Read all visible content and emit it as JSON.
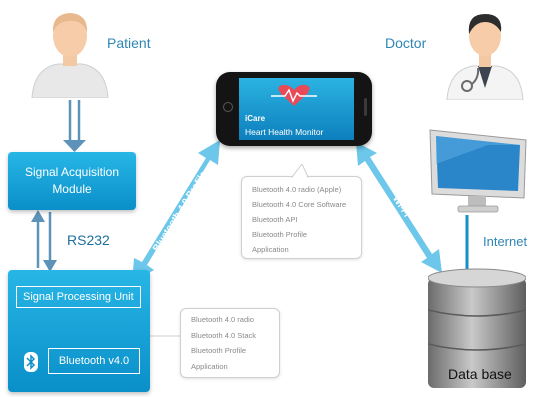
{
  "patient": {
    "label": "Patient"
  },
  "doctor": {
    "label": "Doctor"
  },
  "signal_acquisition": {
    "line1": "Signal Acquisition",
    "line2": "Module"
  },
  "rs232": {
    "label": "RS232"
  },
  "signal_processing": {
    "label": "Signal Processing Unit"
  },
  "bluetooth_box": {
    "label": "Bluetooth v4.0"
  },
  "phone": {
    "app_name": "iCare",
    "app_title": "Heart Health Monitor"
  },
  "phone_callout": {
    "items": [
      "Bluetooth 4.0 radio (Apple)",
      "Bluetooth 4.0 Core Software",
      "Bluetooth API",
      "Bluetooth Profile",
      "Application"
    ]
  },
  "device_callout": {
    "items": [
      "Bluetooth 4.0 radio",
      "Bluetooth 4.0 Stack",
      "Bluetooth Profile",
      "Application"
    ]
  },
  "links": {
    "bluetooth_profile": "Bluetooth 4.0 Profile",
    "wifi": "Wi-Fi"
  },
  "internet": {
    "label": "Internet"
  },
  "database": {
    "label": "Data base"
  },
  "colors": {
    "accent_blue": "#1ca3d9",
    "arrow_blue": "#6cc7ea",
    "label_blue": "#2f86b5"
  }
}
